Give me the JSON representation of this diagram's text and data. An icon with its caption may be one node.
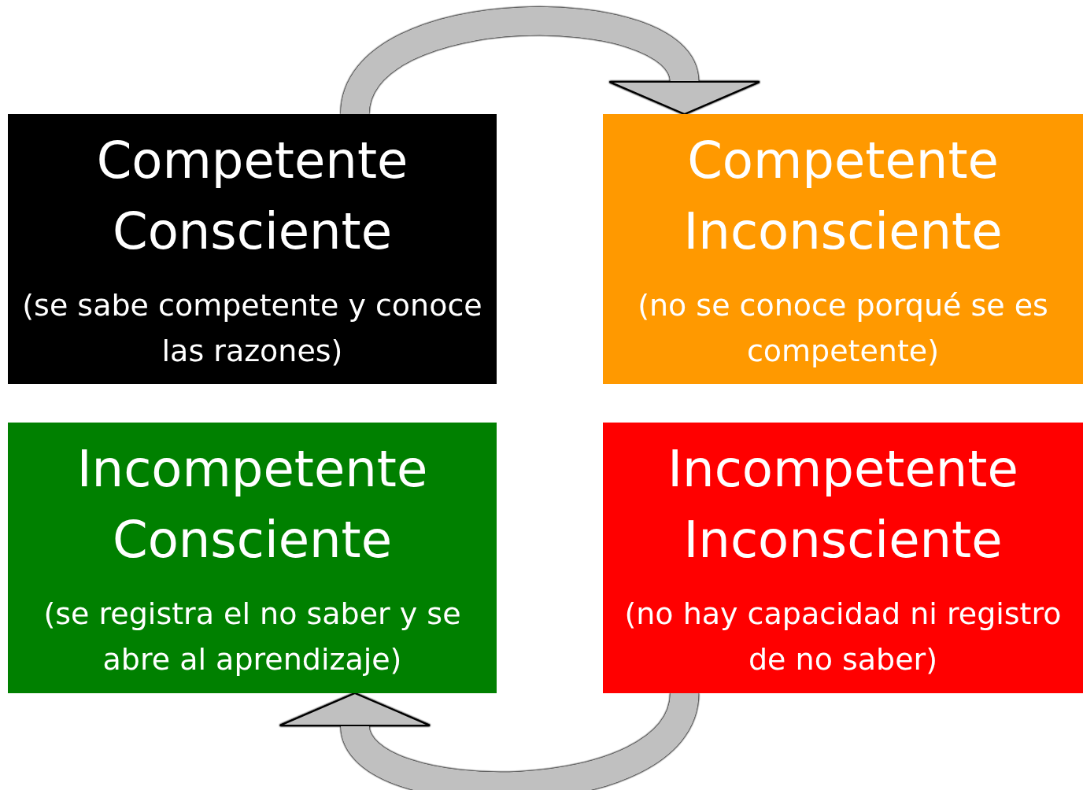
{
  "diagram": {
    "nodes": [
      {
        "text": [
          "Competente Consciente",
          "(se sabe competente y conoce las razones)"
        ]
      },
      {
        "text": [
          "Competente Inconsciente",
          "(no se conoce porqué se es competente)"
        ]
      },
      {
        "text": [
          "Incompetente Consciente",
          "(se registra el no saber y se abre al aprendizaje)"
        ]
      },
      {
        "text": [
          "Incompetente Inconsciente",
          "(no hay capacidad ni registro de no saber)"
        ]
      }
    ],
    "edges": [
      {
        "from": 0,
        "to": 1,
        "arrow": "to"
      },
      {
        "from": 3,
        "to": 2,
        "arrow": "to"
      }
    ]
  }
}
